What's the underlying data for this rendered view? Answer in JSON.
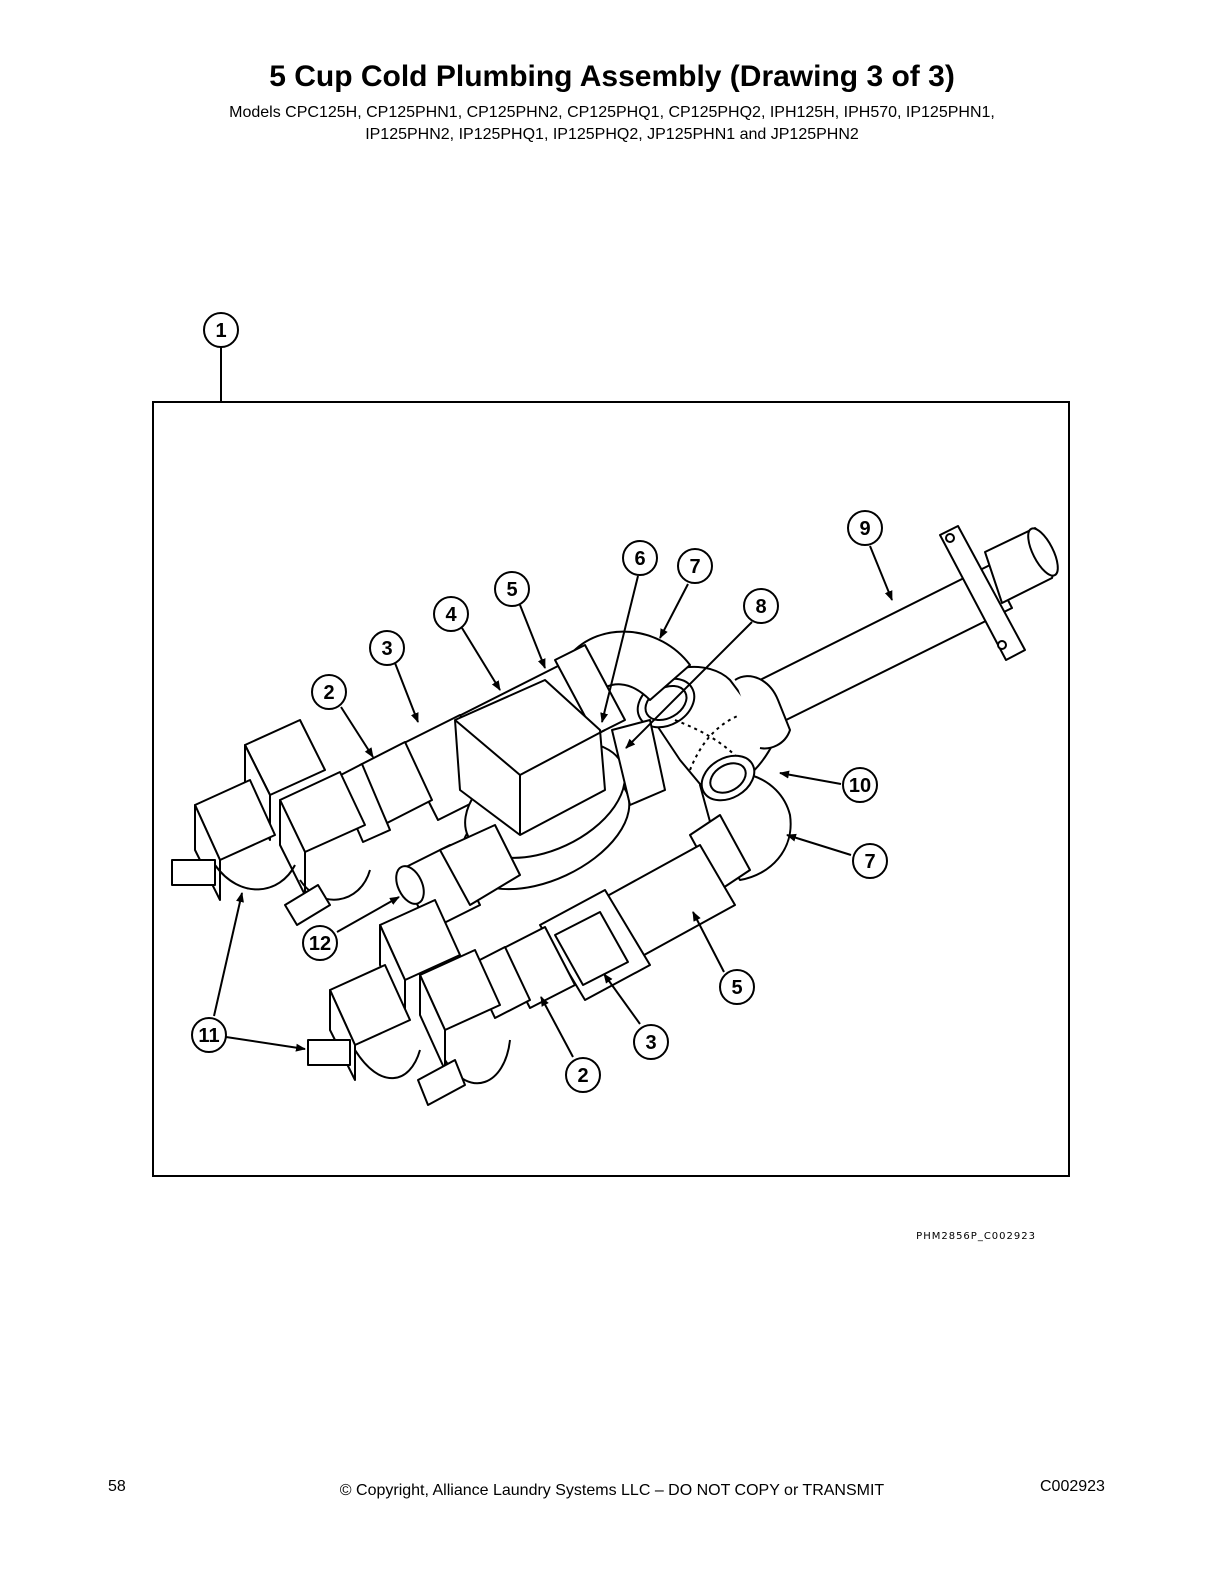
{
  "header": {
    "title": "5 Cup Cold Plumbing Assembly (Drawing 3 of 3)",
    "models_line1": "Models CPC125H, CP125PHN1, CP125PHN2, CP125PHQ1, CP125PHQ2, IPH125H, IPH570, IP125PHN1,",
    "models_line2": "IP125PHN2, IP125PHQ1, IP125PHQ2, JP125PHN1 and JP125PHN2"
  },
  "drawing": {
    "code": "PHM2856P_C002923",
    "callouts": {
      "c1": "1",
      "c2a": "2",
      "c3a": "3",
      "c4": "4",
      "c5a": "5",
      "c6": "6",
      "c7a": "7",
      "c8": "8",
      "c9": "9",
      "c10": "10",
      "c7b": "7",
      "c12": "12",
      "c5b": "5",
      "c11": "11",
      "c3b": "3",
      "c2b": "2"
    }
  },
  "footer": {
    "page_number": "58",
    "copyright": "© Copyright, Alliance Laundry Systems LLC – DO NOT COPY or TRANSMIT",
    "doc_code": "C002923"
  }
}
